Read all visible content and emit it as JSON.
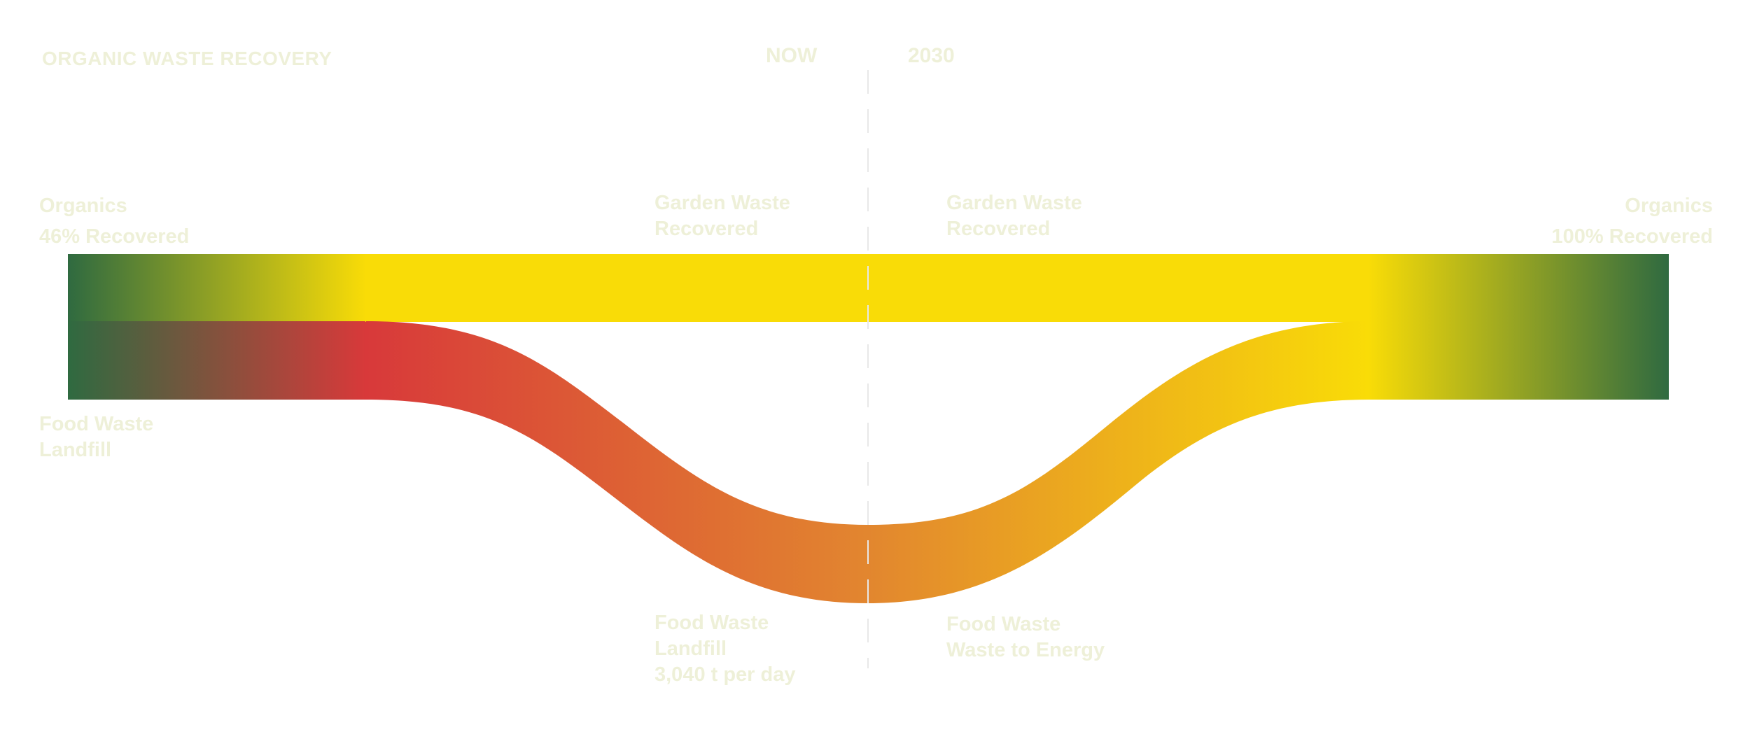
{
  "title": "ORGANIC WASTE RECOVERY",
  "periods": {
    "now": "NOW",
    "future": "2030"
  },
  "labels": {
    "left_organics": [
      "Organics",
      "46% Recovered"
    ],
    "left_food": [
      "Food Waste",
      "Landfill"
    ],
    "now_garden": [
      "Garden Waste",
      "Recovered"
    ],
    "now_food": [
      "Food Waste",
      "Landfill",
      "3,040 t per day"
    ],
    "future_garden": [
      "Garden Waste",
      "Recovered"
    ],
    "future_food": [
      "Food Waste",
      "Waste to Energy"
    ],
    "right_organics": [
      "Organics",
      "100% Recovered"
    ]
  },
  "colors": {
    "label_text": "#eef0d8",
    "garden_yellow": "#f9dc07",
    "organics_green": "#2f6a40",
    "landfill_red": "#d8393a",
    "mid_orange": "#e2862f",
    "divider": "#e8e8e8"
  },
  "flows": [
    {
      "name": "Garden Waste",
      "now": "Recovered",
      "future": "Recovered"
    },
    {
      "name": "Food Waste",
      "now": "Landfill",
      "future": "Waste to Energy"
    }
  ]
}
